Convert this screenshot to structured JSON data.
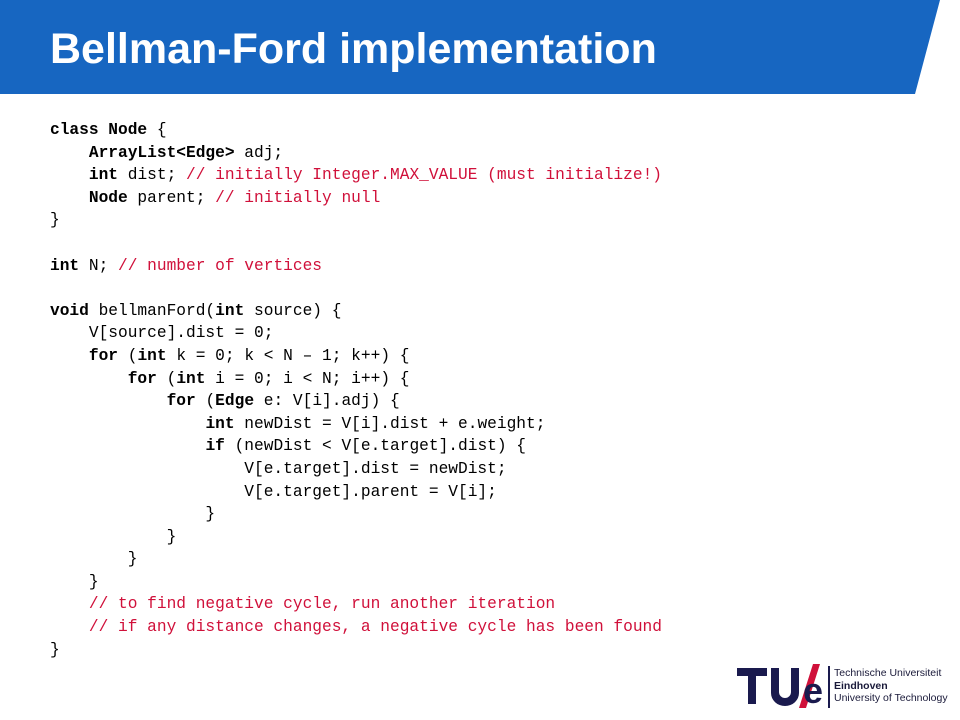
{
  "slide": {
    "title": "Bellman-Ford implementation",
    "accent_color": "#1766c1",
    "code_comment_color": "#d0103a"
  },
  "code_lines": [
    [
      {
        "t": "class Node",
        "s": "kw"
      },
      {
        "t": " {",
        "s": ""
      }
    ],
    [
      {
        "t": "    ",
        "s": ""
      },
      {
        "t": "ArrayList<Edge>",
        "s": "kw"
      },
      {
        "t": " adj;",
        "s": ""
      }
    ],
    [
      {
        "t": "    ",
        "s": ""
      },
      {
        "t": "int",
        "s": "kw"
      },
      {
        "t": " dist; ",
        "s": ""
      },
      {
        "t": "// initially Integer.MAX_VALUE (must initialize!)",
        "s": "cm"
      }
    ],
    [
      {
        "t": "    ",
        "s": ""
      },
      {
        "t": "Node",
        "s": "kw"
      },
      {
        "t": " parent; ",
        "s": ""
      },
      {
        "t": "// initially null",
        "s": "cm"
      }
    ],
    [
      {
        "t": "}",
        "s": ""
      }
    ],
    [],
    [
      {
        "t": "int",
        "s": "kw"
      },
      {
        "t": " N; ",
        "s": ""
      },
      {
        "t": "// number of vertices",
        "s": "cm"
      }
    ],
    [],
    [
      {
        "t": "void",
        "s": "kw"
      },
      {
        "t": " bellmanFord(",
        "s": ""
      },
      {
        "t": "int",
        "s": "kw"
      },
      {
        "t": " source) {",
        "s": ""
      }
    ],
    [
      {
        "t": "    V[source].dist = 0;",
        "s": ""
      }
    ],
    [
      {
        "t": "    ",
        "s": ""
      },
      {
        "t": "for",
        "s": "kw"
      },
      {
        "t": " (",
        "s": ""
      },
      {
        "t": "int",
        "s": "kw"
      },
      {
        "t": " k = 0; k < N – 1; k++) {",
        "s": ""
      }
    ],
    [
      {
        "t": "        ",
        "s": ""
      },
      {
        "t": "for",
        "s": "kw"
      },
      {
        "t": " (",
        "s": ""
      },
      {
        "t": "int",
        "s": "kw"
      },
      {
        "t": " i = 0; i < N; i++) {",
        "s": ""
      }
    ],
    [
      {
        "t": "            ",
        "s": ""
      },
      {
        "t": "for",
        "s": "kw"
      },
      {
        "t": " (",
        "s": ""
      },
      {
        "t": "Edge",
        "s": "kw"
      },
      {
        "t": " e: V[i].adj) {",
        "s": ""
      }
    ],
    [
      {
        "t": "                ",
        "s": ""
      },
      {
        "t": "int",
        "s": "kw"
      },
      {
        "t": " newDist = V[i].dist + e.weight;",
        "s": ""
      }
    ],
    [
      {
        "t": "                ",
        "s": ""
      },
      {
        "t": "if",
        "s": "kw"
      },
      {
        "t": " (newDist < V[e.target].dist) {",
        "s": ""
      }
    ],
    [
      {
        "t": "                    V[e.target].dist = newDist;",
        "s": ""
      }
    ],
    [
      {
        "t": "                    V[e.target].parent = V[i];",
        "s": ""
      }
    ],
    [
      {
        "t": "                }",
        "s": ""
      }
    ],
    [
      {
        "t": "            }",
        "s": ""
      }
    ],
    [
      {
        "t": "        }",
        "s": ""
      }
    ],
    [
      {
        "t": "    }",
        "s": ""
      }
    ],
    [
      {
        "t": "    ",
        "s": ""
      },
      {
        "t": "// to find negative cycle, run another iteration",
        "s": "cm"
      }
    ],
    [
      {
        "t": "    ",
        "s": ""
      },
      {
        "t": "// if any distance changes, a negative cycle has been found",
        "s": "cm"
      }
    ],
    [
      {
        "t": "}",
        "s": ""
      }
    ]
  ],
  "logo": {
    "mark_text": "TU/e",
    "line1": "Technische Universiteit",
    "line2": "Eindhoven",
    "line3": "University of Technology",
    "mark_color": "#1a1a4e",
    "slash_color": "#d0103a"
  }
}
